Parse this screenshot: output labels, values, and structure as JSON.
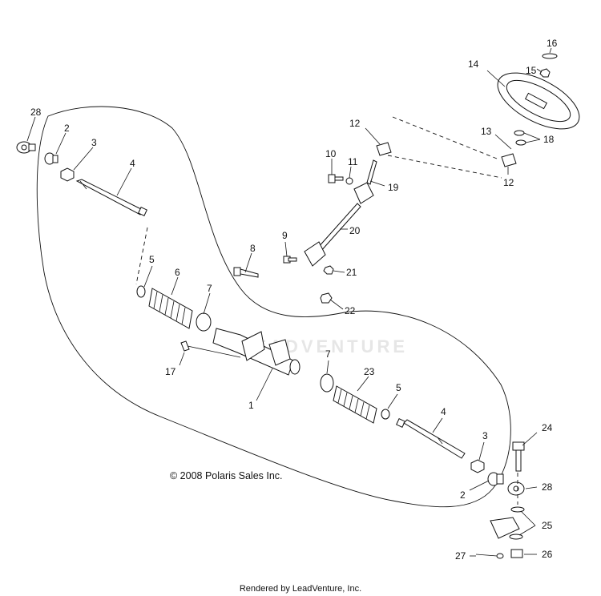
{
  "diagram": {
    "copyright": "© 2008 Polaris Sales Inc.",
    "footer": "Rendered by LeadVenture, Inc.",
    "watermark": "LEADVENTURE",
    "callouts": {
      "c1": "1",
      "c2a": "2",
      "c2b": "2",
      "c3a": "3",
      "c3b": "3",
      "c4a": "4",
      "c4b": "4",
      "c5a": "5",
      "c5b": "5",
      "c6": "6",
      "c7a": "7",
      "c7b": "7",
      "c8": "8",
      "c9": "9",
      "c10": "10",
      "c11": "11",
      "c12a": "12",
      "c12b": "12",
      "c13": "13",
      "c14": "14",
      "c15": "15",
      "c16": "16",
      "c17": "17",
      "c18": "18",
      "c19": "19",
      "c20": "20",
      "c21": "21",
      "c22": "22",
      "c23": "23",
      "c24": "24",
      "c25": "25",
      "c26": "26",
      "c27": "27",
      "c28a": "28",
      "c28b": "28"
    }
  }
}
